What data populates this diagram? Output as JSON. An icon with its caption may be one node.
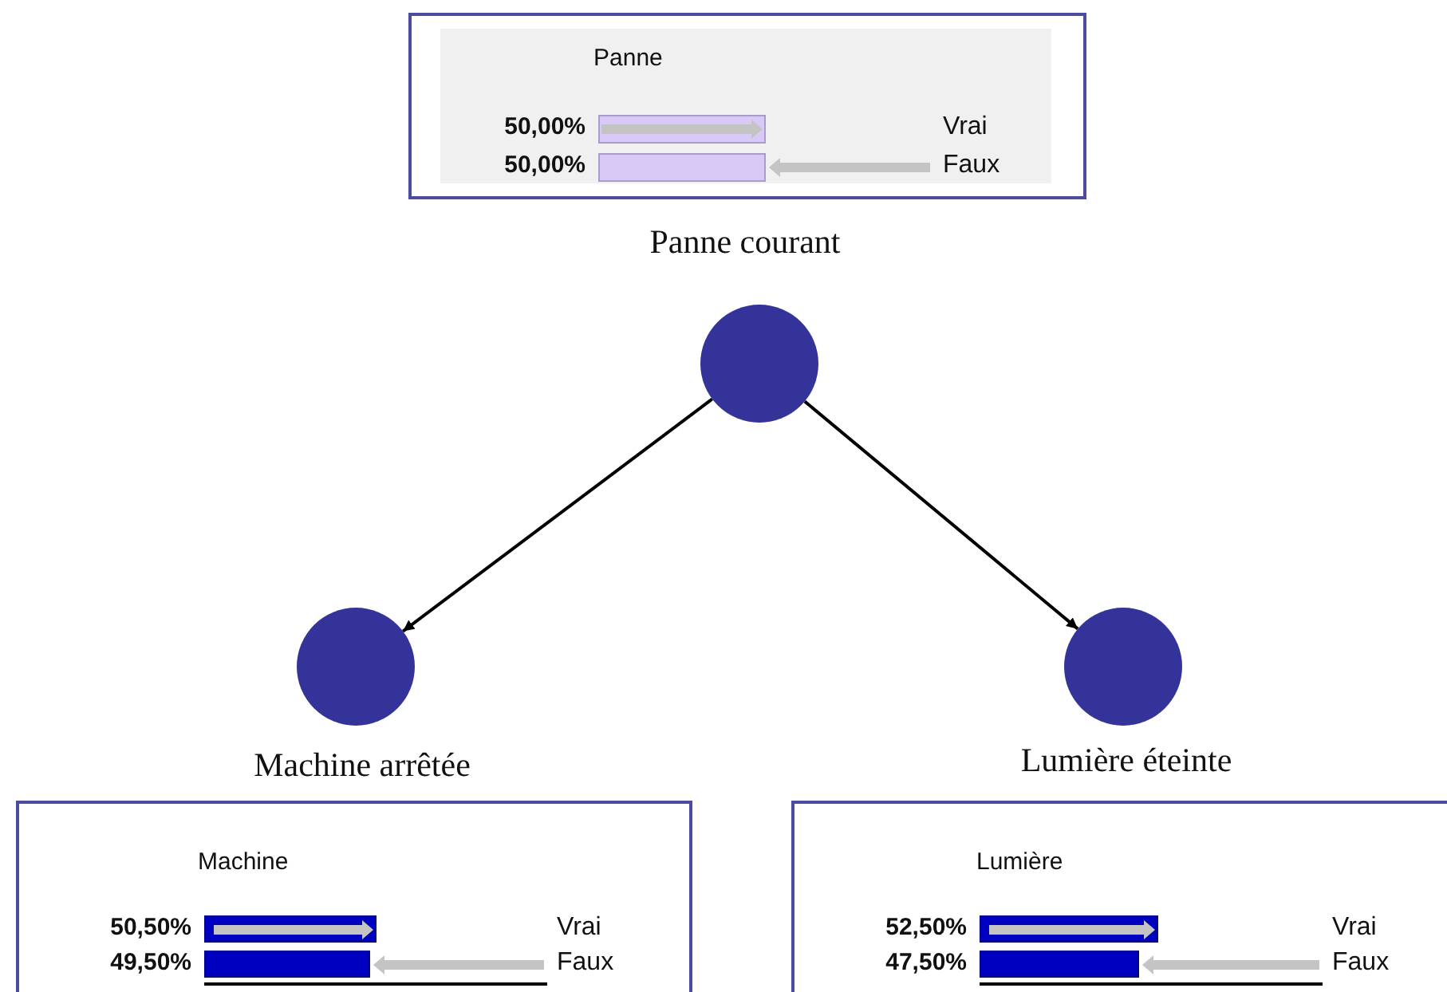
{
  "diagram": {
    "nodes": [
      {
        "text": [
          "Panne",
          "50,00%",
          "Vrai",
          "50,00%",
          "Faux"
        ]
      },
      {
        "text": [],
        "shape": "circle",
        "beside": [
          "Panne courant"
        ]
      },
      {
        "text": [],
        "shape": "circle",
        "beside": [
          "Machine arrêtée"
        ]
      },
      {
        "text": [],
        "shape": "circle",
        "beside": [
          "Lumière éteinte"
        ]
      },
      {
        "text": [
          "Machine",
          "50,50%",
          "Vrai",
          "49,50%",
          "Faux"
        ]
      },
      {
        "text": [
          "Lumière",
          "52,50%",
          "Vrai",
          "47,50%",
          "Faux"
        ]
      }
    ],
    "edges": [
      {
        "from": 1,
        "to": 2,
        "arrow": "to"
      },
      {
        "from": 1,
        "to": 3,
        "arrow": "to"
      }
    ]
  }
}
